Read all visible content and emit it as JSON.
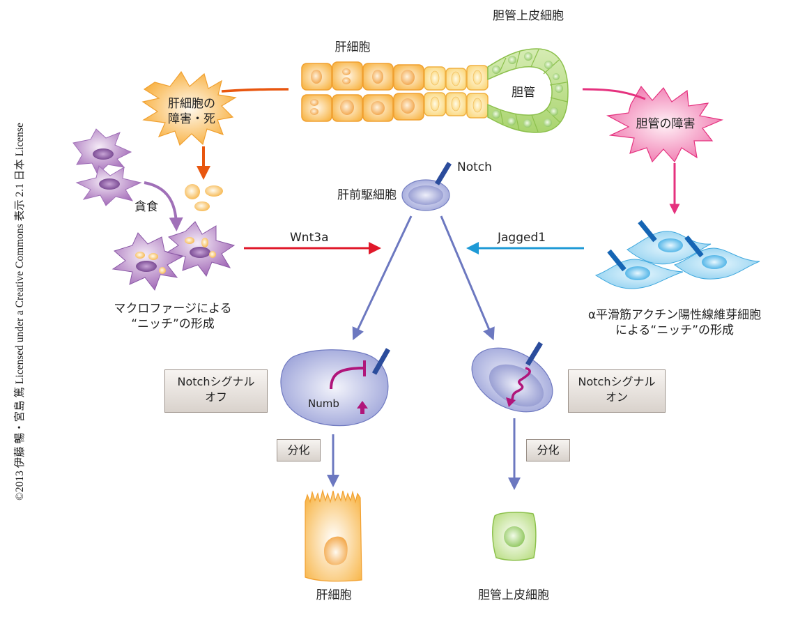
{
  "copyright": "©2013 伊藤 暢・宮島 篤 Licensed under a Creative Commons 表示 2.1 日本 License",
  "labels": {
    "hepatocyte_top": "肝細胞",
    "cholangiocyte_top": "胆管上皮細胞",
    "bile_duct": "胆管",
    "hepatocyte_injury": [
      "肝細胞の",
      "障害・死"
    ],
    "bile_duct_injury": "胆管の障害",
    "phagocytosis": "貪食",
    "macrophage_niche": [
      "マクロファージによる",
      "“ニッチ”の形成"
    ],
    "wnt3a": "Wnt3a",
    "notch": "Notch",
    "progenitor": "肝前駆細胞",
    "jagged1": "Jagged1",
    "fibroblast_niche": [
      "α平滑筋アクチン陽性線維芽細胞",
      "による“ニッチ”の形成"
    ],
    "notch_off": [
      "Notchシグナル",
      "オフ"
    ],
    "notch_on": [
      "Notchシグナル",
      "オン"
    ],
    "numb": "Numb",
    "differentiation_left": "分化",
    "differentiation_right": "分化",
    "hepatocyte_bottom": "肝細胞",
    "cholangiocyte_bottom": "胆管上皮細胞"
  },
  "colors": {
    "hepatocyte_orange": "#f5a623",
    "injury_arrow_orange": "#e8560f",
    "bile_pink": "#e5317e",
    "macrophage_purple": "#a070b8",
    "wnt_red": "#e0182a",
    "jagged_blue": "#1e9ad6",
    "progenitor_blue": "#8f96d2",
    "notch_dark_blue": "#2b4c9c",
    "numb_magenta": "#b0157a",
    "cholangio_green": "#9ccc5a"
  }
}
